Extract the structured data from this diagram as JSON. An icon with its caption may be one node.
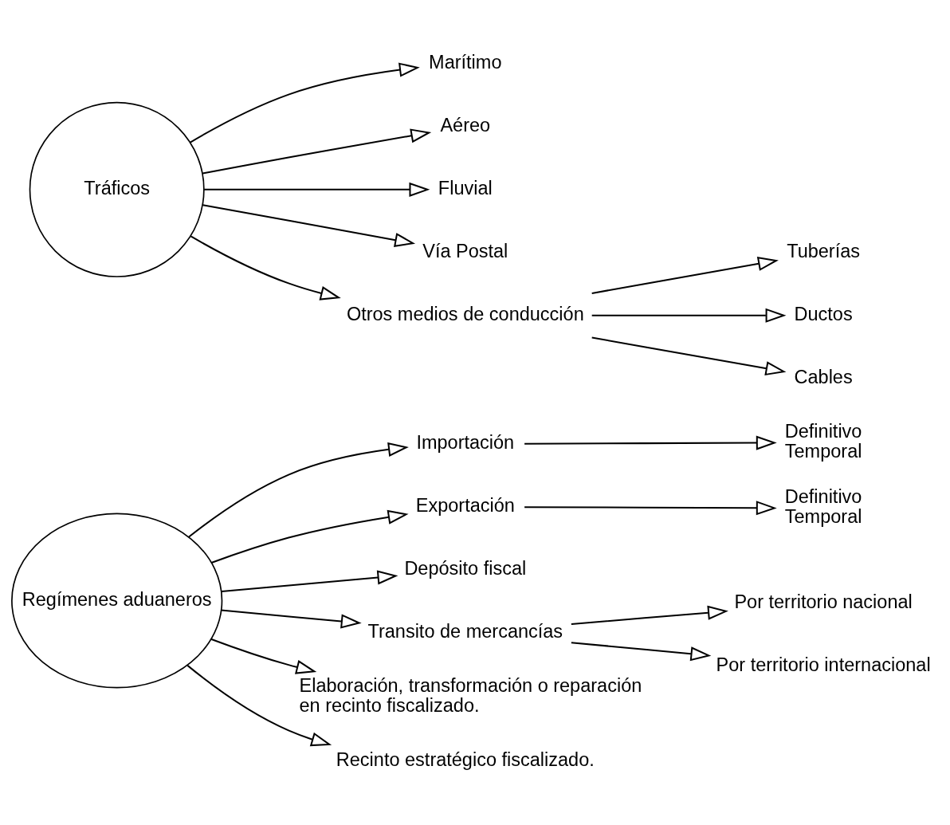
{
  "diagram": {
    "nodes": [
      {
        "text": [
          "Regímenes aduaneros"
        ]
      },
      {
        "text": [
          "Importación"
        ]
      },
      {
        "text": [
          "Definitivo",
          "Temporal"
        ]
      },
      {
        "text": [
          "Exportación"
        ]
      },
      {
        "text": [
          "Definitivo",
          "Temporal"
        ]
      },
      {
        "text": [
          "Depósito fiscal"
        ]
      },
      {
        "text": [
          "Transito de mercancías"
        ]
      },
      {
        "text": [
          "Por territorio nacional"
        ]
      },
      {
        "text": [
          "Por territorio internacional"
        ]
      },
      {
        "text": [
          "Elaboración, transformación o reparación en recinto fiscalizado."
        ]
      },
      {
        "text": [
          "Recinto estratégico fiscalizado."
        ]
      },
      {
        "text": [
          "Tráficos"
        ]
      },
      {
        "text": [
          "Marítimo"
        ]
      },
      {
        "text": [
          "Aéreo"
        ]
      },
      {
        "text": [
          "Fluvial"
        ]
      },
      {
        "text": [
          "Vía Postal"
        ]
      },
      {
        "text": [
          "Otros medios de conducción"
        ]
      },
      {
        "text": [
          "Tuberías"
        ]
      },
      {
        "text": [
          "Ductos"
        ]
      },
      {
        "text": [
          "Cables"
        ]
      }
    ],
    "edges": [
      {
        "from": 0,
        "to": 1,
        "arrow": "to"
      },
      {
        "from": 1,
        "to": 2,
        "arrow": "to"
      },
      {
        "from": 0,
        "to": 3,
        "arrow": "to"
      },
      {
        "from": 3,
        "to": 4,
        "arrow": "to"
      },
      {
        "from": 0,
        "to": 5,
        "arrow": "to"
      },
      {
        "from": 0,
        "to": 6,
        "arrow": "to"
      },
      {
        "from": 6,
        "to": 7,
        "arrow": "to"
      },
      {
        "from": 6,
        "to": 8,
        "arrow": "to"
      },
      {
        "from": 0,
        "to": 9,
        "arrow": "to"
      },
      {
        "from": 0,
        "to": 10,
        "arrow": "to"
      },
      {
        "from": 11,
        "to": 12,
        "arrow": "to"
      },
      {
        "from": 11,
        "to": 13,
        "arrow": "to"
      },
      {
        "from": 11,
        "to": 14,
        "arrow": "to"
      },
      {
        "from": 11,
        "to": 15,
        "arrow": "to"
      },
      {
        "from": 11,
        "to": 16,
        "arrow": "to"
      },
      {
        "from": 16,
        "to": 17,
        "arrow": "to"
      },
      {
        "from": 16,
        "to": 18,
        "arrow": "to"
      },
      {
        "from": 16,
        "to": 19,
        "arrow": "to"
      }
    ]
  }
}
